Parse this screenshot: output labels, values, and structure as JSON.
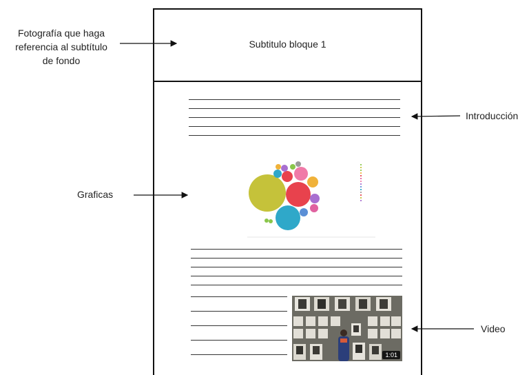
{
  "annotations": {
    "header_photo": "Fotografía que haga referencia al subtítulo de fondo",
    "header_photo_lines": [
      "Fotografía que haga",
      "referencia al subtítulo",
      "de fondo"
    ],
    "graphics": "Graficas",
    "introduction": "Introducción",
    "video": "Video"
  },
  "page": {
    "header_title": "Subtitulo bloque 1"
  },
  "chart": {
    "colors": [
      "#c5c23a",
      "#e8424d",
      "#2fa8c9",
      "#f0b23a",
      "#e062a0",
      "#a86fd0",
      "#f07aa8",
      "#8ac64a",
      "#5a8fd6",
      "#9a9a9a"
    ]
  },
  "video": {
    "duration": "1:01"
  }
}
